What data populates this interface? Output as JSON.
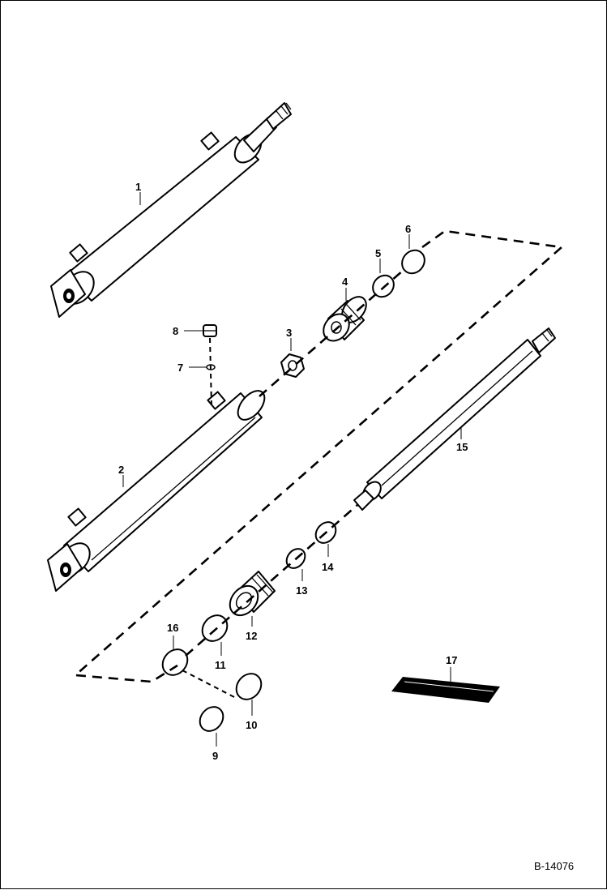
{
  "diagram": {
    "part_numbers": [
      "1",
      "2",
      "3",
      "4",
      "5",
      "6",
      "7",
      "8",
      "9",
      "10",
      "11",
      "12",
      "13",
      "14",
      "15",
      "16",
      "17"
    ],
    "reference_code": "B-14076"
  }
}
